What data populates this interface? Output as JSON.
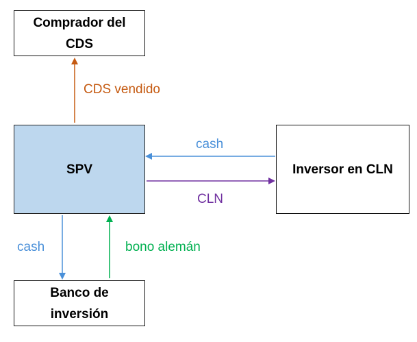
{
  "nodes": {
    "comprador": "Comprador del CDS",
    "spv": "SPV",
    "inversor": "Inversor en CLN",
    "banco": "Banco de inversión"
  },
  "edges": {
    "cds_vendido": {
      "label": "CDS vendido",
      "color": "#c55a11"
    },
    "cash_in": {
      "label": "cash",
      "color": "#4a90d9"
    },
    "cln": {
      "label": "CLN",
      "color": "#7030a0"
    },
    "cash_out": {
      "label": "cash",
      "color": "#4a90d9"
    },
    "bono": {
      "label": "bono alemán",
      "color": "#00b050"
    }
  }
}
